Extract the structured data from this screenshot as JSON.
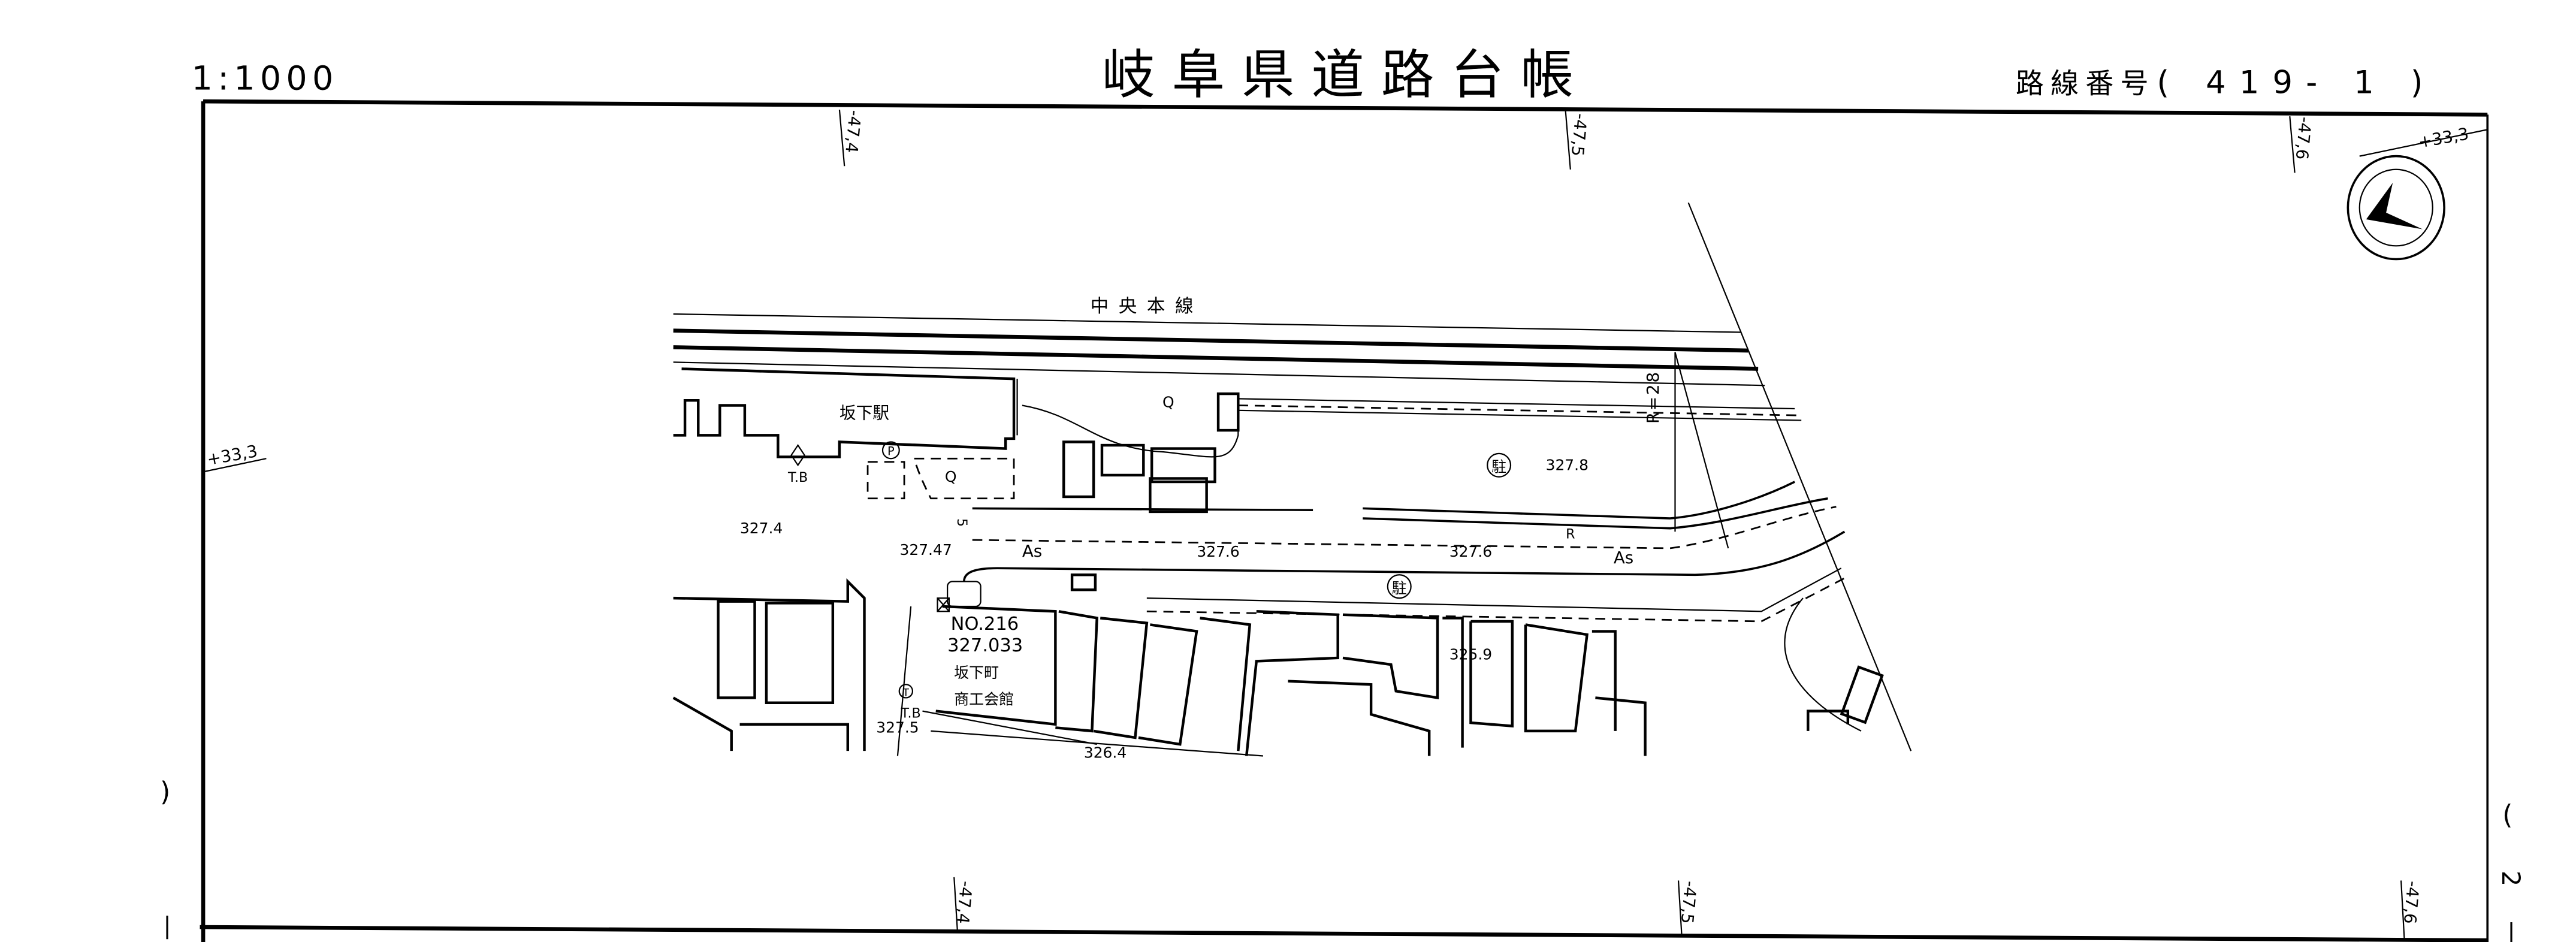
{
  "header": {
    "scale": "1:1000",
    "title": "岐阜県道路台帳",
    "route_label": "路線番号",
    "route_number": "( 419- 1 )"
  },
  "grid_labels": {
    "top": [
      "-47,4",
      "-47,5",
      "-47,6"
    ],
    "bottom": [
      "-47,4",
      "-47,5",
      "-47,6"
    ],
    "left_y": "+33,3",
    "right_y": "+33,3"
  },
  "margin_marks": {
    "left": [
      ")",
      "|"
    ],
    "right": [
      "(",
      "2",
      "|"
    ]
  },
  "map_labels": {
    "railway": "中央本線",
    "station": "坂下駅",
    "tb_1": "T.B",
    "tb_2": "T.B",
    "elev_327_4": "327.4",
    "elev_327_47": "327.47",
    "elev_327_6a": "327.6",
    "elev_327_6b": "327.6",
    "elev_327_8": "327.8",
    "elev_327_5": "327.5",
    "elev_326_4": "326.4",
    "elev_325_9": "325.9",
    "surface_as_1": "As",
    "surface_as_2": "As",
    "r_mark": "R",
    "radius": "R=28",
    "q_1": "Q",
    "q_2": "Q",
    "parking_1": "駐",
    "parking_2": "駐",
    "parking_p": "P",
    "telephone": "T",
    "benchmark_no": "NO.216",
    "benchmark_elev": "327.033",
    "hall_line1": "坂下町",
    "hall_line2": "商工会館",
    "side_mark": "5"
  }
}
